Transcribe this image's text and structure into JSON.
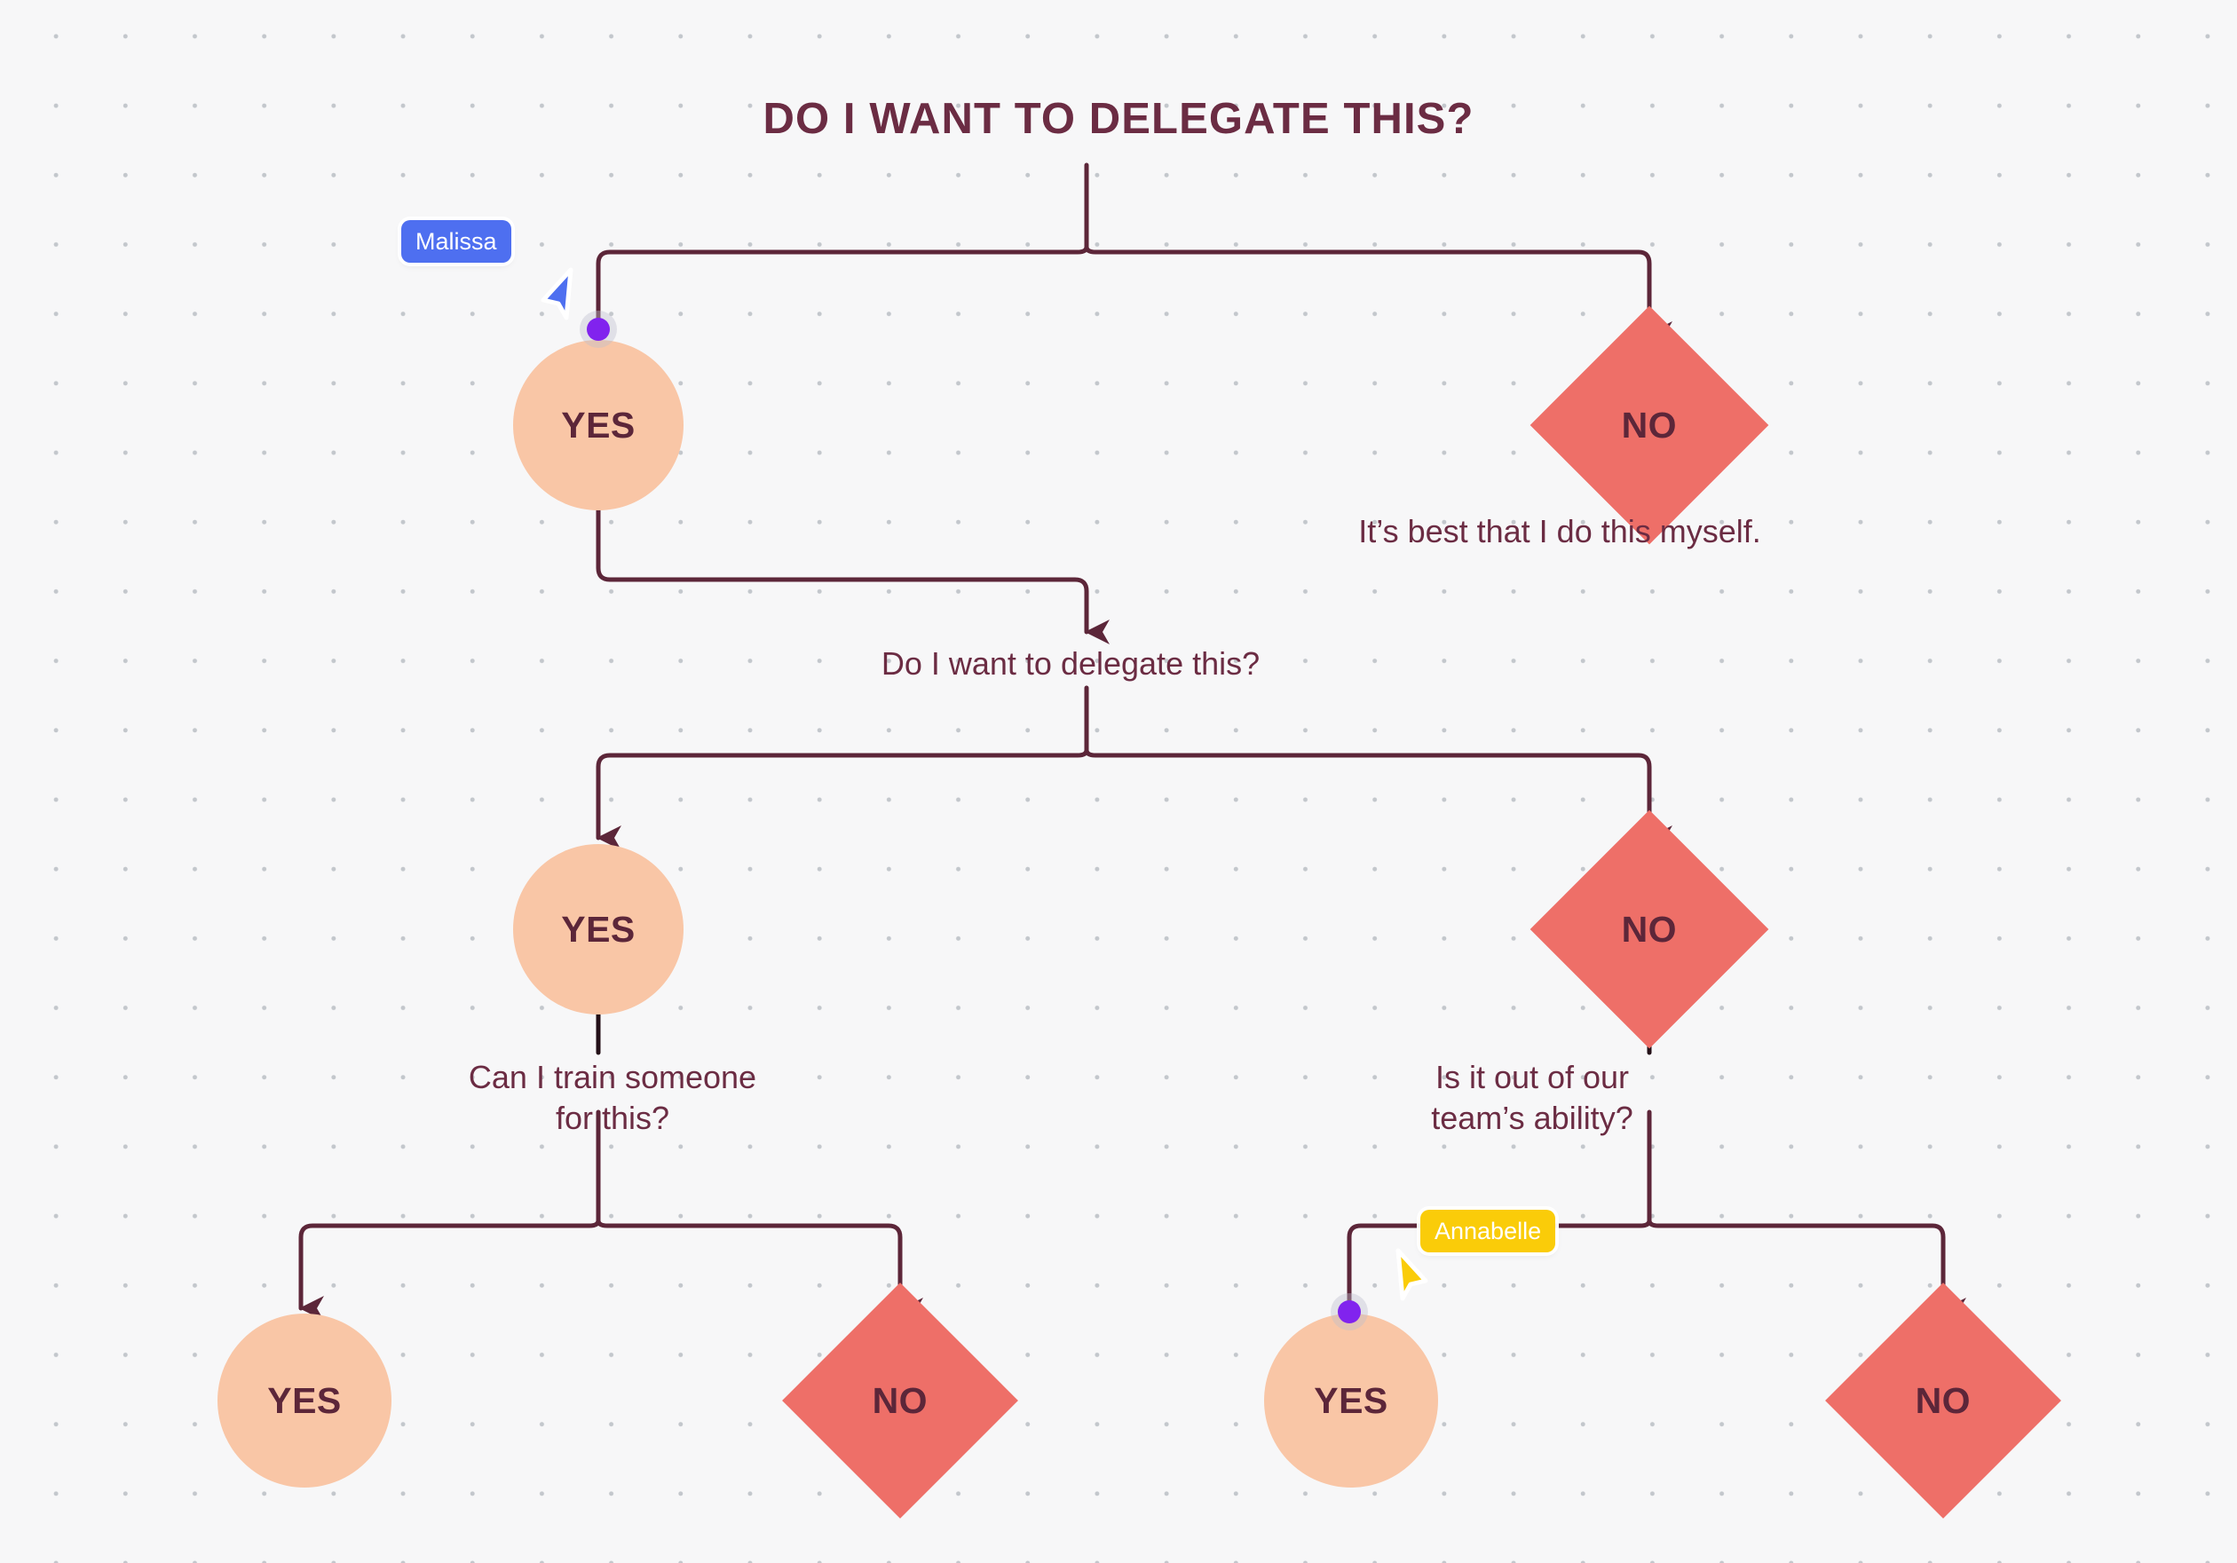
{
  "board": {
    "title": "DO I WANT TO DELEGATE THIS?",
    "background_color": "#F7F7F8",
    "dot_color": "#C3C7CC"
  },
  "palette": {
    "text_maroon": "#6B2C43",
    "node_text": "#5C2639",
    "yes_fill": "#F9C6A6",
    "no_fill": "#EE6F68",
    "connector_stroke": "#5C2639",
    "anchor_dot": "#8123EE"
  },
  "nodes": {
    "yes_1": {
      "label": "YES",
      "shape": "circle"
    },
    "no_1": {
      "label": "NO",
      "shape": "diamond"
    },
    "yes_2": {
      "label": "YES",
      "shape": "circle"
    },
    "no_2": {
      "label": "NO",
      "shape": "diamond"
    },
    "yes_3": {
      "label": "YES",
      "shape": "circle"
    },
    "no_3": {
      "label": "NO",
      "shape": "diamond"
    },
    "yes_4": {
      "label": "YES",
      "shape": "circle"
    },
    "no_4": {
      "label": "NO",
      "shape": "diamond"
    }
  },
  "labels": {
    "myself": "It’s best that I do this myself.",
    "delegate_question": "Do I want to delegate this?",
    "train_question": "Can I train someone\nfor this?",
    "team_question": "Is it out of our\nteam’s ability?"
  },
  "cursors": [
    {
      "name": "Malissa",
      "color": "#4E6FF0",
      "text_color": "#FFFFFF"
    },
    {
      "name": "Annabelle",
      "color": "#FACC09",
      "text_color": "#FFFFFF"
    }
  ]
}
